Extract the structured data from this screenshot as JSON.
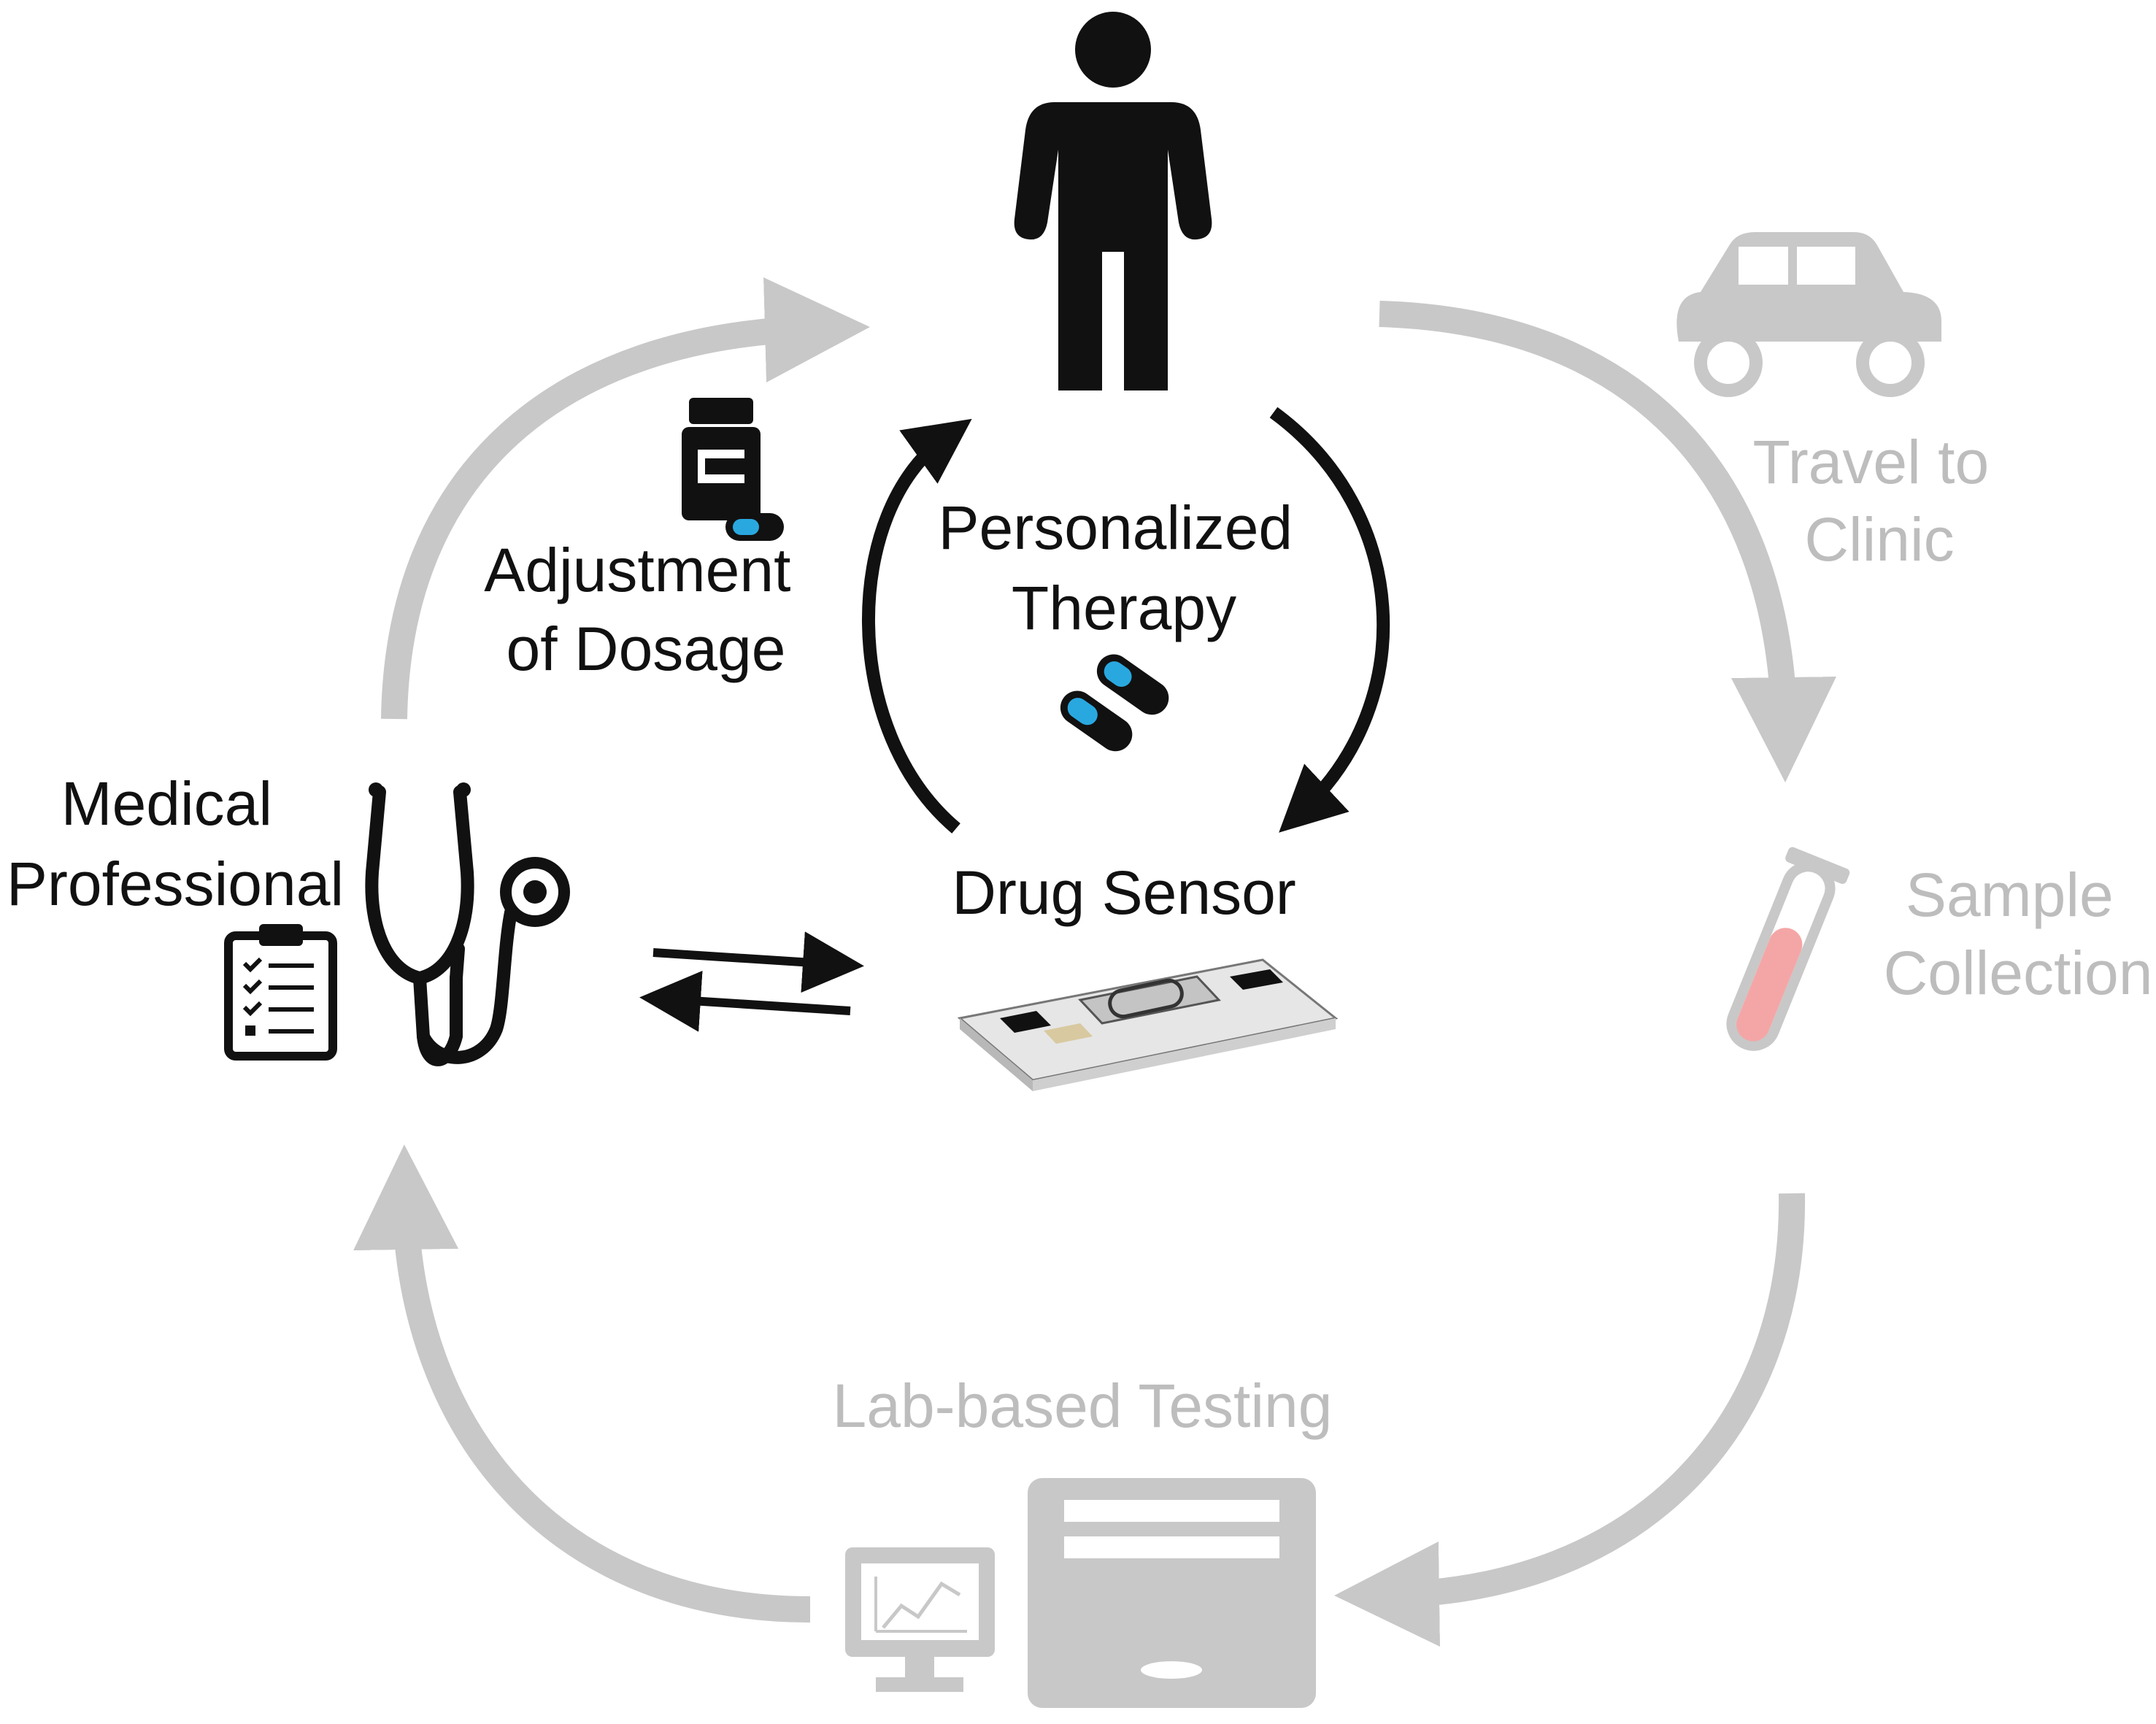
{
  "labels": {
    "personalized_therapy": [
      "Personalized",
      "Therapy"
    ],
    "adjustment_of_dosage": [
      "Adjustment",
      "of Dosage"
    ],
    "medical_professional": [
      "Medical",
      "Professional"
    ],
    "drug_sensor": "Drug Sensor",
    "travel_to_clinic": [
      "Travel to",
      "Clinic"
    ],
    "sample_collection": [
      "Sample",
      "Collection"
    ],
    "lab_based_testing": "Lab-based Testing"
  },
  "colors": {
    "active": "#111111",
    "inactive": "#c8c8c8",
    "inactive_text": "#bdbdbd",
    "pill_accent": "#29a8e0",
    "sample_fill": "#f4a6a6"
  },
  "icons": [
    "person-icon",
    "car-icon",
    "test-tube-icon",
    "lab-analyzer-icon",
    "monitor-chart-icon",
    "stethoscope-icon",
    "clipboard-icon",
    "pill-bottle-icon",
    "capsules-icon",
    "drug-sensor-chip-icon"
  ]
}
